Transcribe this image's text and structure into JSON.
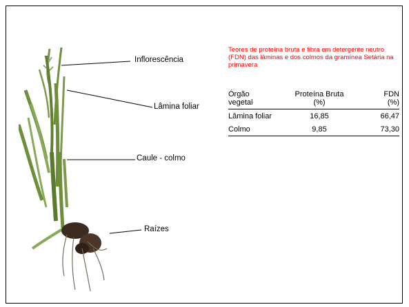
{
  "labels": {
    "inflorescence": "Inflorescência",
    "leaf_blade": "Lâmina foliar",
    "stem": "Caule - colmo",
    "roots": "Raízes"
  },
  "caption": "Teores de proteína bruta e fibra em detergente neutro (FDN) das lâminas e dos colmos da gramínea Setária na primavera",
  "table": {
    "headers": {
      "organ_line1": "Órgão",
      "organ_line2": "vegetal",
      "protein_line1": "Proteína Bruta",
      "protein_line2": "(%)",
      "fdn_line1": "FDN",
      "fdn_line2": "(%)"
    },
    "rows": [
      {
        "organ": "Lâmina foliar",
        "protein": "16,85",
        "fdn": "66,47"
      },
      {
        "organ": "Colmo",
        "protein": "9,85",
        "fdn": "73,30"
      }
    ]
  },
  "colors": {
    "caption": "#ff0000",
    "plant_green": "#6d8f3a",
    "roots": "#3b2a1e"
  },
  "icons": [
    "setaria-plant-image"
  ]
}
